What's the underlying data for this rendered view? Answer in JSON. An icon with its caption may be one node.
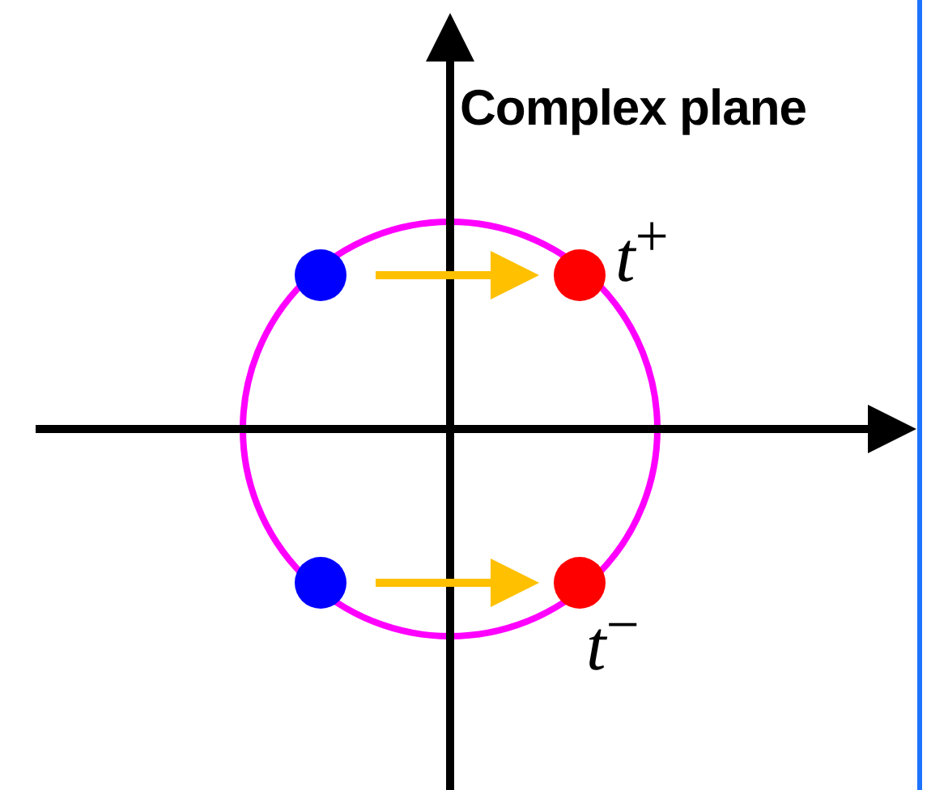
{
  "diagram": {
    "nodes": [
      {
        "text": [],
        "shape": "circle"
      },
      {
        "text": [],
        "shape": "circle",
        "beside": [
          "*t*$^{+}$"
        ]
      },
      {
        "text": [],
        "shape": "circle"
      },
      {
        "text": [],
        "shape": "circle",
        "beside": [
          "*t*$^{−}$"
        ]
      }
    ],
    "edges": [
      {
        "from": 0,
        "to": 1,
        "arrow": "to"
      },
      {
        "from": 2,
        "to": 3,
        "arrow": "to"
      }
    ],
    "labels": [
      "Complex plane"
    ]
  }
}
